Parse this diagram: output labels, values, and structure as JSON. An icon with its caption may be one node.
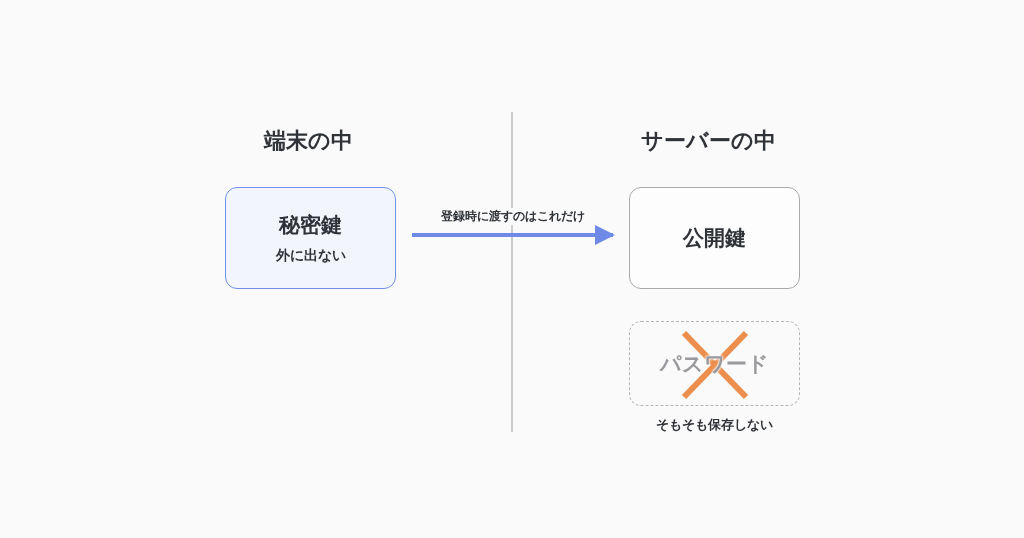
{
  "diagram": {
    "nodes": [
      {
        "text": [
          "秘密鍵",
          "外に出ない"
        ]
      },
      {
        "text": [
          "公開鍵"
        ]
      },
      {
        "text": [
          "パスワード"
        ],
        "beside": [
          "そもそも保存しない"
        ]
      }
    ],
    "edges": [
      {
        "from": 0,
        "to": 1,
        "arrow": "to",
        "label": "登録時に渡すのはこれだけ"
      }
    ],
    "labels": [
      "端末の中",
      "サーバーの中"
    ]
  }
}
